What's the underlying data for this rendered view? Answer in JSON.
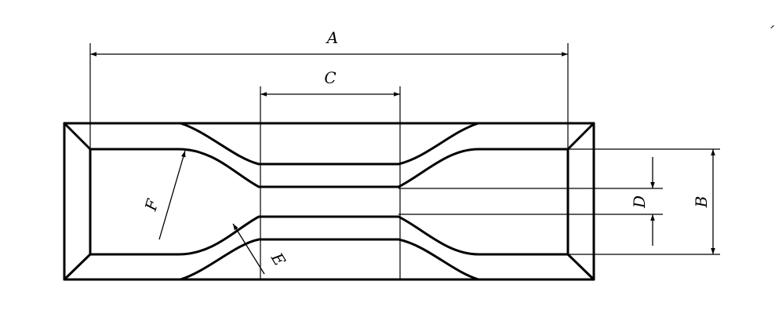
{
  "labels": {
    "a": "A",
    "b": "B",
    "c": "C",
    "d": "D",
    "e": "E",
    "f": "F"
  },
  "stray_mark": "´",
  "colors": {
    "ink": "#000000",
    "paper": "#ffffff"
  }
}
